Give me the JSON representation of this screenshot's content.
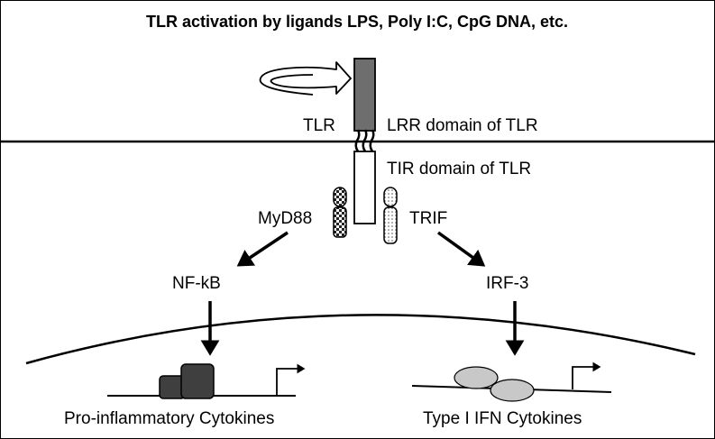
{
  "title": "TLR activation by ligands LPS, Poly I:C, CpG DNA, etc.",
  "labels": {
    "tlr": "TLR",
    "lrr": "LRR domain of TLR",
    "tir": "TIR domain of TLR",
    "myd88": "MyD88",
    "trif": "TRIF",
    "nfkb": "NF-kB",
    "irf3": "IRF-3",
    "pro_inflammatory": "Pro-inflammatory Cytokines",
    "type1_ifn": "Type I IFN Cytokines"
  },
  "colors": {
    "receptor_extracellular": "#6e6e6e",
    "nfkb_complex": "#3f3f3f",
    "irf3_complex": "#c8c8c8",
    "line": "#000000"
  }
}
